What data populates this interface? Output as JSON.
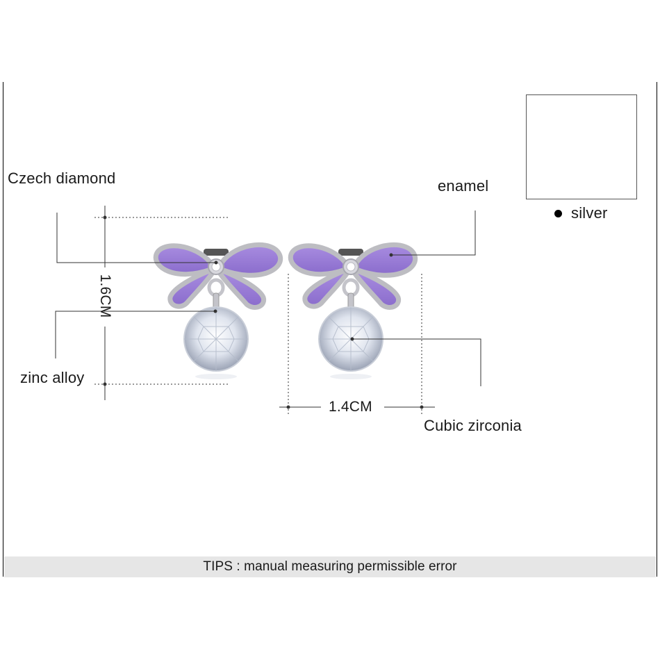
{
  "labels": {
    "czech_diamond": "Czech diamond",
    "enamel": "enamel",
    "zinc_alloy": "zinc alloy",
    "cubic_zirconia": "Cubic zirconia",
    "height_measure": "1.6CM",
    "width_measure": "1.4CM",
    "color_option": "silver",
    "tips": "TIPS : manual measuring permissible error"
  },
  "colors": {
    "enamel_purple": "#9b7fd4",
    "enamel_purple_dark": "#7a5cc0",
    "metal": "#c8c8cc",
    "gem": "#e8ecf4",
    "tips_bar": "#e6e6e6"
  },
  "icons": {
    "color_swatch": "black-dot-icon"
  }
}
